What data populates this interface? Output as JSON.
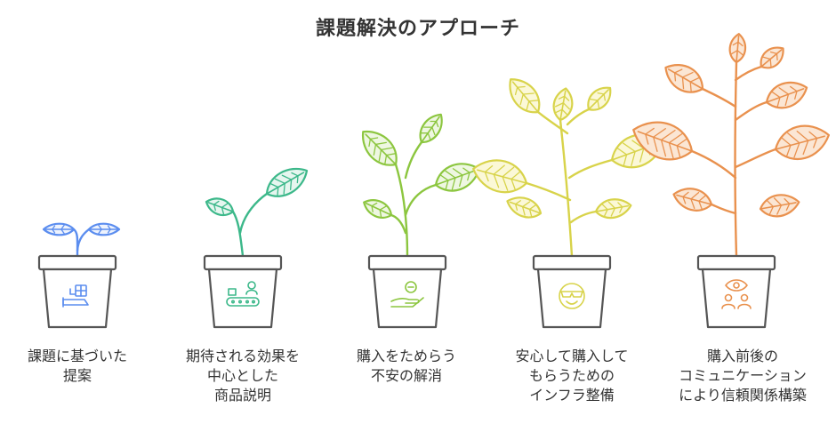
{
  "title": "課題解決のアプローチ",
  "steps": [
    {
      "lines": [
        "課題に基づいた",
        "提案"
      ],
      "color": "#5B8DEF",
      "fill": "#EEF3FD",
      "icon": "product-pointing-icon"
    },
    {
      "lines": [
        "期待される効果を",
        "中心とした",
        "商品説明"
      ],
      "color": "#3CB88A",
      "fill": "#E6F6EF",
      "icon": "conveyor-person-icon"
    },
    {
      "lines": [
        "購入をためらう",
        "不安の解消"
      ],
      "color": "#8CC63F",
      "fill": "#EEF7E1",
      "icon": "hand-coin-icon"
    },
    {
      "lines": [
        "安心して購入して",
        "もらうための",
        "インフラ整備"
      ],
      "color": "#D8D34A",
      "fill": "#FBF8D7",
      "icon": "smile-sunglasses-icon"
    },
    {
      "lines": [
        "購入前後の",
        "コミュニケーション",
        "により信頼関係構築"
      ],
      "color": "#E9914E",
      "fill": "#FBE6D4",
      "icon": "eye-people-icon"
    }
  ],
  "pot_color": "#555555"
}
